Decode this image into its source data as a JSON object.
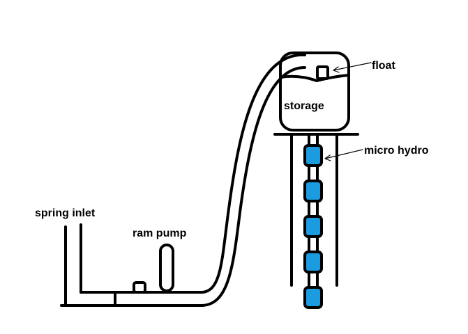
{
  "labels": {
    "spring_inlet": "spring inlet",
    "ram_pump": "ram pump",
    "storage": "storage",
    "float": "float",
    "micro_hydro": "micro hydro"
  },
  "colors": {
    "line": "#000000",
    "background": "#ffffff",
    "turbine": "#1b9be0"
  },
  "turbine_count": 5
}
